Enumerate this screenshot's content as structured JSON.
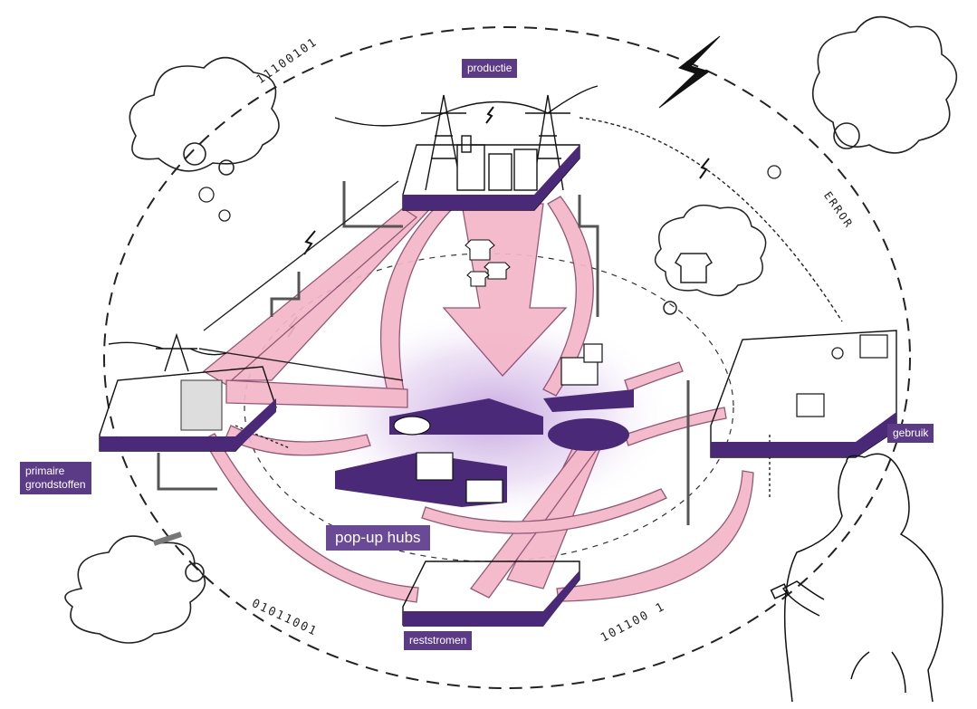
{
  "labels": {
    "productie": "productie",
    "gebruik": "gebruik",
    "primaire": "primaire\ngrondstoffen",
    "popup": "pop-up hubs",
    "reststromen": "reststromen"
  },
  "doodles": {
    "binary_top": "11100101",
    "binary_bottom_left": "01011001",
    "binary_bottom_right": "101100 1",
    "error": "ERROR"
  },
  "colors": {
    "platform": "#4a2a78",
    "flow": "#f4b6c8",
    "flow_stroke": "#8a4a6a",
    "glow": "#b58ad6",
    "ink": "#1a1a1a"
  }
}
